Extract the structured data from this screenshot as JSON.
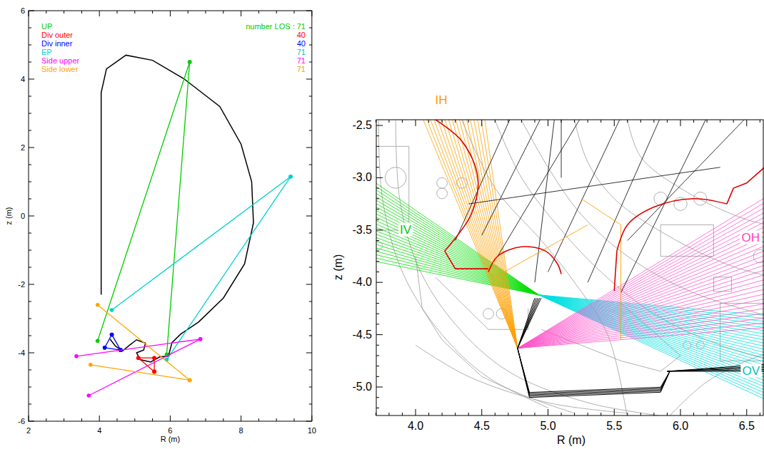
{
  "diagram": {
    "labels": [
      "number LOS : 71",
      "40",
      "40",
      "71",
      "71",
      "71",
      "6",
      "4",
      "2",
      "0",
      "-2",
      "-4",
      "-6",
      "2",
      "4",
      "6",
      "8",
      "10",
      "z (m)",
      "R (m)",
      "IH",
      "IV",
      "OH",
      "OV",
      "-2.5",
      "-3.0",
      "-3.5",
      "-4.0",
      "-4.5",
      "-5.0",
      "4.0",
      "4.5",
      "5.0",
      "5.5",
      "6.0",
      "6.5",
      "z (m)",
      "R (m)"
    ],
    "legend": [
      {
        "text": "UP",
        "color": "#00cc00"
      },
      {
        "text": "Div outer",
        "color": "#ff0000"
      },
      {
        "text": "Div inner",
        "color": "#0000ff"
      },
      {
        "text": "EP",
        "color": "#00d0d0"
      },
      {
        "text": "Side upper",
        "color": "#ff00ff"
      },
      {
        "text": "Side lower",
        "color": "#ffa500"
      }
    ]
  }
}
